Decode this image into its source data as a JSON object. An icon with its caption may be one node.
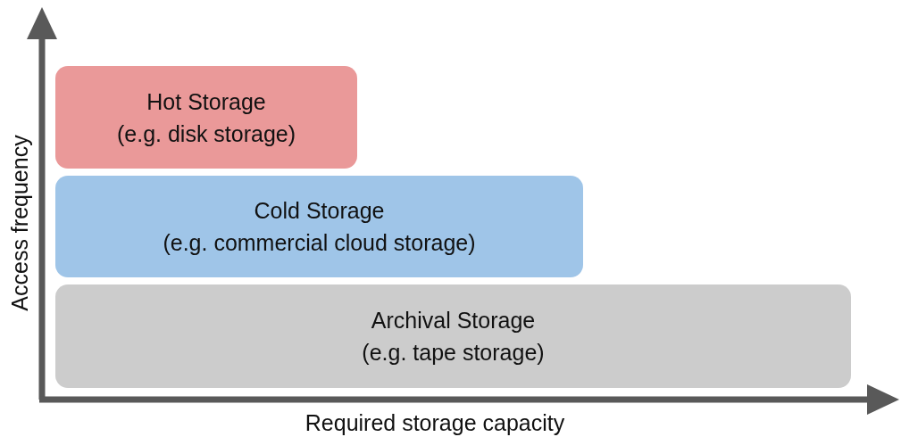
{
  "diagram": {
    "nodes": [
      {
        "text": [
          "Hot Storage",
          "(e.g. disk storage)"
        ]
      },
      {
        "text": [
          "Cold Storage",
          "(e.g. commercial cloud storage)"
        ]
      },
      {
        "text": [
          "Archival Storage",
          "(e.g. tape storage)"
        ]
      }
    ],
    "edges": [],
    "labels": [
      "Access frequency",
      "Required storage capacity"
    ]
  }
}
